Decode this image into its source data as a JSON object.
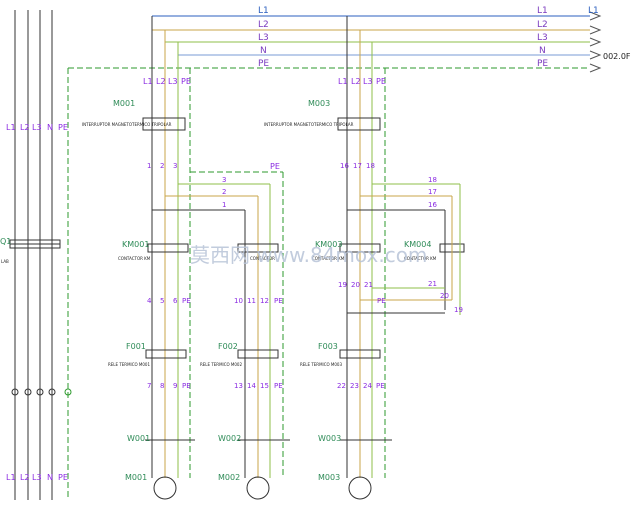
{
  "buses": {
    "l1": "L1",
    "l2": "L2",
    "l3": "L3",
    "n": "N",
    "pe": "PE",
    "out_l1": "L1",
    "out_ref": "002.0F"
  },
  "left_column": {
    "labels": [
      "L1",
      "L2",
      "L3",
      "N",
      "PE"
    ],
    "bottom_labels": [
      "L1",
      "L2",
      "L3",
      "N",
      "PE"
    ],
    "breaker_label": "Q1",
    "lamp_label": "LAB"
  },
  "watermark": "莫西网 www.84mox.com",
  "motors": [
    {
      "top_terms": [
        "L1",
        "L2",
        "L3",
        "PE"
      ],
      "breaker": "M001",
      "breaker_desc": "INTERRUPTOR MAGNETOTERMICO TRIPOLAR",
      "nums_top": [
        "1",
        "2",
        "3"
      ],
      "contactor": "KM001",
      "contactor_desc": "CONTACTOR KM",
      "nums_mid": [
        "4",
        "5",
        "6",
        "PE"
      ],
      "relay": "F001",
      "relay_desc": "RELE TERMICO M001",
      "nums_low": [
        "7",
        "8",
        "9",
        "PE"
      ],
      "switch": "W001",
      "motor": "M001"
    },
    {
      "nums_bus": [
        "3",
        "2",
        "1"
      ],
      "bus_pe": "PE",
      "contactor_desc": "CONTACTOR",
      "nums_mid": [
        "10",
        "11",
        "12",
        "PE"
      ],
      "relay": "F002",
      "relay_desc": "RELE TERMICO M002",
      "nums_low": [
        "13",
        "14",
        "15",
        "PE"
      ],
      "switch": "W002",
      "motor": "M002"
    },
    {
      "top_terms": [
        "L1",
        "L2",
        "L3",
        "PE"
      ],
      "breaker": "M003",
      "breaker_desc": "INTERRUPTOR MAGNETOTERMICO TRIPOLAR",
      "nums_top": [
        "16",
        "17",
        "18"
      ],
      "contactor": "KM003",
      "contactor_desc": "CONTACTOR KM",
      "contactor2": "KM004",
      "contactor2_desc": "CONTACTOR KM",
      "nums_mid": [
        "19",
        "20",
        "21",
        "PE"
      ],
      "nums_bus": [
        "18",
        "17",
        "16"
      ],
      "nums_cross": [
        "21",
        "20",
        "19"
      ],
      "relay": "F003",
      "relay_desc": "RELE TERMICO M003",
      "nums_low": [
        "22",
        "23",
        "24",
        "PE"
      ],
      "switch": "W003",
      "motor": "M003"
    }
  ]
}
